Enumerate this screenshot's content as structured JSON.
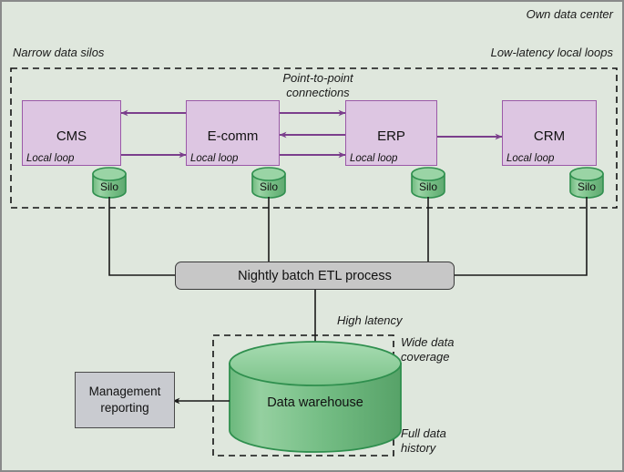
{
  "diagram": {
    "title_label": "Own data center",
    "left_label": "Narrow data silos",
    "right_label": "Low-latency local loops",
    "p2p_label": "Point-to-point\nconnections",
    "high_latency_label": "High latency",
    "wide_coverage_label": "Wide data\ncoverage",
    "full_history_label": "Full data\nhistory"
  },
  "systems": [
    {
      "name": "CMS",
      "loop_label": "Local loop",
      "silo_label": "Silo"
    },
    {
      "name": "E-comm",
      "loop_label": "Local loop",
      "silo_label": "Silo"
    },
    {
      "name": "ERP",
      "loop_label": "Local loop",
      "silo_label": "Silo"
    },
    {
      "name": "CRM",
      "loop_label": "Local loop",
      "silo_label": "Silo"
    }
  ],
  "etl": {
    "label": "Nightly batch ETL process"
  },
  "warehouse": {
    "label": "Data warehouse"
  },
  "reporting": {
    "label": "Management\nreporting"
  },
  "colors": {
    "background": "#dfe7dd",
    "system_fill": "#ddc6e2",
    "system_stroke": "#9b59a8",
    "loop_arrow": "#2a7ab9",
    "link_arrow": "#7b3f8c",
    "silo_fill": "#79bf85",
    "silo_stroke": "#2f8f4e",
    "etl_fill": "#c7c7c7",
    "reporting_fill": "#c9cbd0",
    "warehouse_fill": "#74bd84",
    "dashed_stroke": "#111111"
  }
}
